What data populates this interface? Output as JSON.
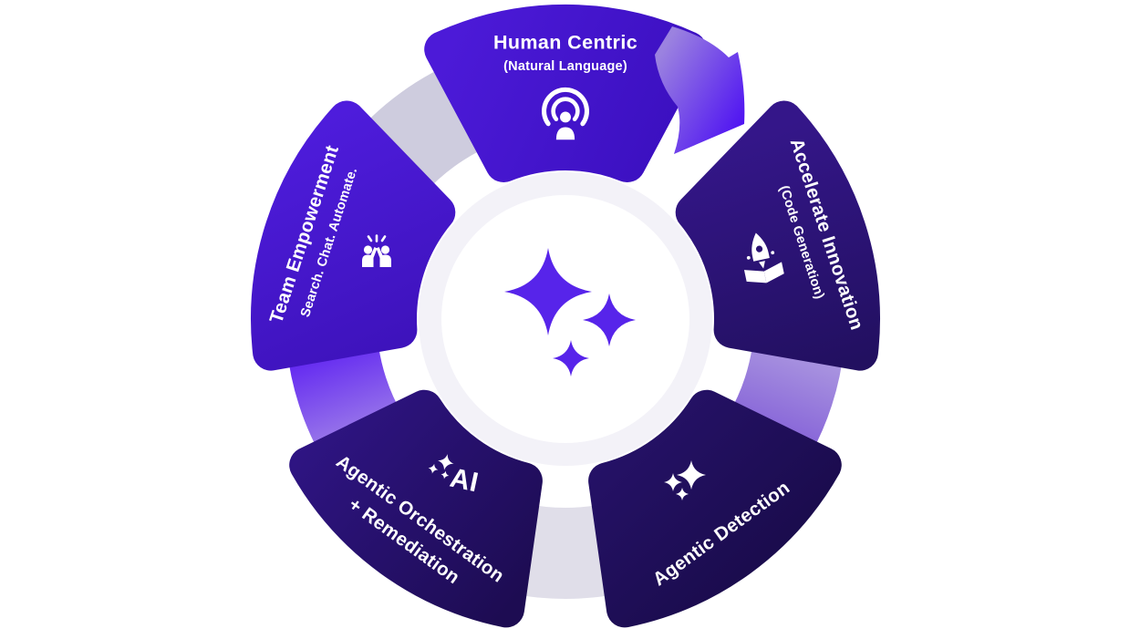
{
  "diagram": {
    "type": "circular-cycle",
    "center": {
      "icon": "sparkles-icon",
      "sparkle_color": "#5724EA",
      "circle_color": "#FFFFFF",
      "halo_color": "#F3F2F8"
    },
    "segments": [
      {
        "id": "human-centric",
        "position": "top",
        "title": "Human Centric",
        "subtitle": "(Natural Language)",
        "icon": "person-broadcast-icon",
        "color": "#4417D0"
      },
      {
        "id": "accelerate-innovation",
        "position": "right",
        "title": "Accelerate Innovation",
        "subtitle": "(Code Generation)",
        "icon": "rocket-launch-icon",
        "color": "#2B1273"
      },
      {
        "id": "agentic-detection",
        "position": "bottom-right",
        "title": "Agentic Detection",
        "subtitle": "",
        "icon": "sparkles-icon",
        "color": "#1E0E55"
      },
      {
        "id": "agentic-orchestration-remediation",
        "position": "bottom-left",
        "title_line1": "Agentic Orchestration",
        "title_line2": "+ Remediation",
        "icon": "ai-sparkles-icon",
        "icon_text": "AI",
        "color": "#261270"
      },
      {
        "id": "team-empowerment",
        "position": "left",
        "title": "Team Empowerment",
        "subtitle": "Search. Chat. Automate.",
        "icon": "team-highfive-icon",
        "color": "#4517CE"
      }
    ],
    "flow_arrow": {
      "between": [
        "Human Centric",
        "Accelerate Innovation"
      ],
      "direction": "clockwise",
      "color": "#5212F4"
    },
    "ring": {
      "light_color": "#D9D7E4",
      "highlight_left_gap": "#5D20F2",
      "highlight_right_gap": "#8059D6"
    },
    "colors": {
      "background": "#FFFFFF",
      "text": "#FFFFFF",
      "segment_bright_purple": "#4417D0",
      "segment_indigo": "#2B1273",
      "segment_dark_navy": "#1E0E55",
      "center_sparkle": "#5724EA"
    }
  }
}
